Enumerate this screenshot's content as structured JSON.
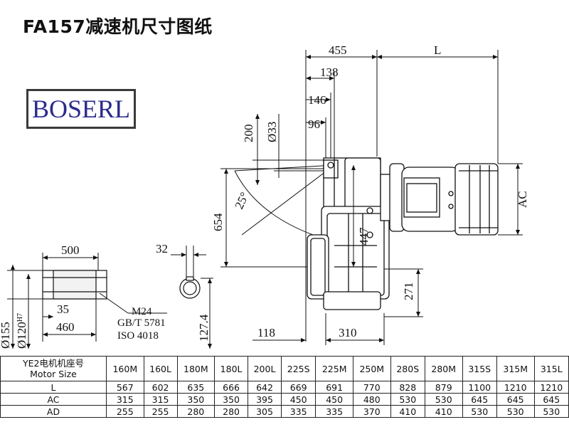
{
  "title": "FA157减速机尺寸图纸",
  "logo": "BOSERL",
  "dimensions": {
    "top_455": "455",
    "top_L": "L",
    "d138": "138",
    "d146": "146",
    "d96": "96",
    "d200": "200",
    "d33": "Ø33",
    "angle25": "25°",
    "d654": "654",
    "d447": "447",
    "dAC": "AC",
    "d271": "271",
    "d118": "118",
    "d310": "310",
    "d500": "500",
    "d35": "35",
    "d460": "460",
    "d155": "Ø155",
    "d120": "Ø120",
    "d120_tol": "H7",
    "d32": "32",
    "d127": "127.4",
    "m24": "M24",
    "gbt": "GB/T 5781",
    "iso": "ISO 4018"
  },
  "table": {
    "header_line1": "YE2电机机座号",
    "header_line2": "Motor Size",
    "motor_sizes": [
      "160M",
      "160L",
      "180M",
      "180L",
      "200L",
      "225S",
      "225M",
      "250M",
      "280S",
      "280M",
      "315S",
      "315M",
      "315L"
    ],
    "rows": [
      {
        "label": "L",
        "values": [
          "567",
          "602",
          "635",
          "666",
          "642",
          "669",
          "691",
          "770",
          "828",
          "879",
          "1100",
          "1210",
          "1210"
        ]
      },
      {
        "label": "AC",
        "values": [
          "315",
          "315",
          "350",
          "350",
          "395",
          "450",
          "450",
          "480",
          "530",
          "530",
          "645",
          "645",
          "645"
        ]
      },
      {
        "label": "AD",
        "values": [
          "255",
          "255",
          "280",
          "280",
          "305",
          "335",
          "335",
          "370",
          "410",
          "410",
          "530",
          "530",
          "530"
        ]
      }
    ]
  }
}
